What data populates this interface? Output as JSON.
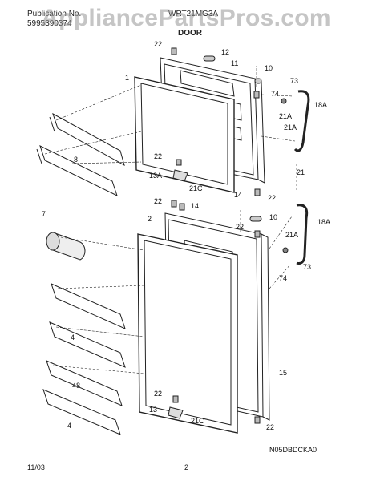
{
  "header": {
    "publication_label": "Publication No.",
    "publication_no": "5995390374",
    "model": "WRT21MG3A",
    "section_title": "DOOR"
  },
  "watermark": "AppliancePartsPros.com",
  "callouts": {
    "c1": "1",
    "c2": "2",
    "c4a": "4",
    "c4b": "4",
    "c48": "48",
    "c7": "7",
    "c8": "8",
    "c10a": "10",
    "c10b": "10",
    "c11": "11",
    "c12": "12",
    "c13": "13",
    "c13a": "13A",
    "c14a": "14",
    "c14b": "14",
    "c15": "15",
    "c18a_top": "18A",
    "c18a_bot": "18A",
    "c21": "21",
    "c21a_top": "21A",
    "c21a_top2": "21A",
    "c21a_bot": "21A",
    "c21c_top": "21C",
    "c21c_bot": "21C",
    "c22_1": "22",
    "c22_2": "22",
    "c22_3": "22",
    "c22_4": "22",
    "c22_5": "22",
    "c22_6": "22",
    "c22_7": "22",
    "c73a": "73",
    "c73b": "73",
    "c74a": "74",
    "c74b": "74"
  },
  "footer": {
    "date": "11/03",
    "page": "2",
    "drawing_code": "N05DBDCKA0"
  }
}
